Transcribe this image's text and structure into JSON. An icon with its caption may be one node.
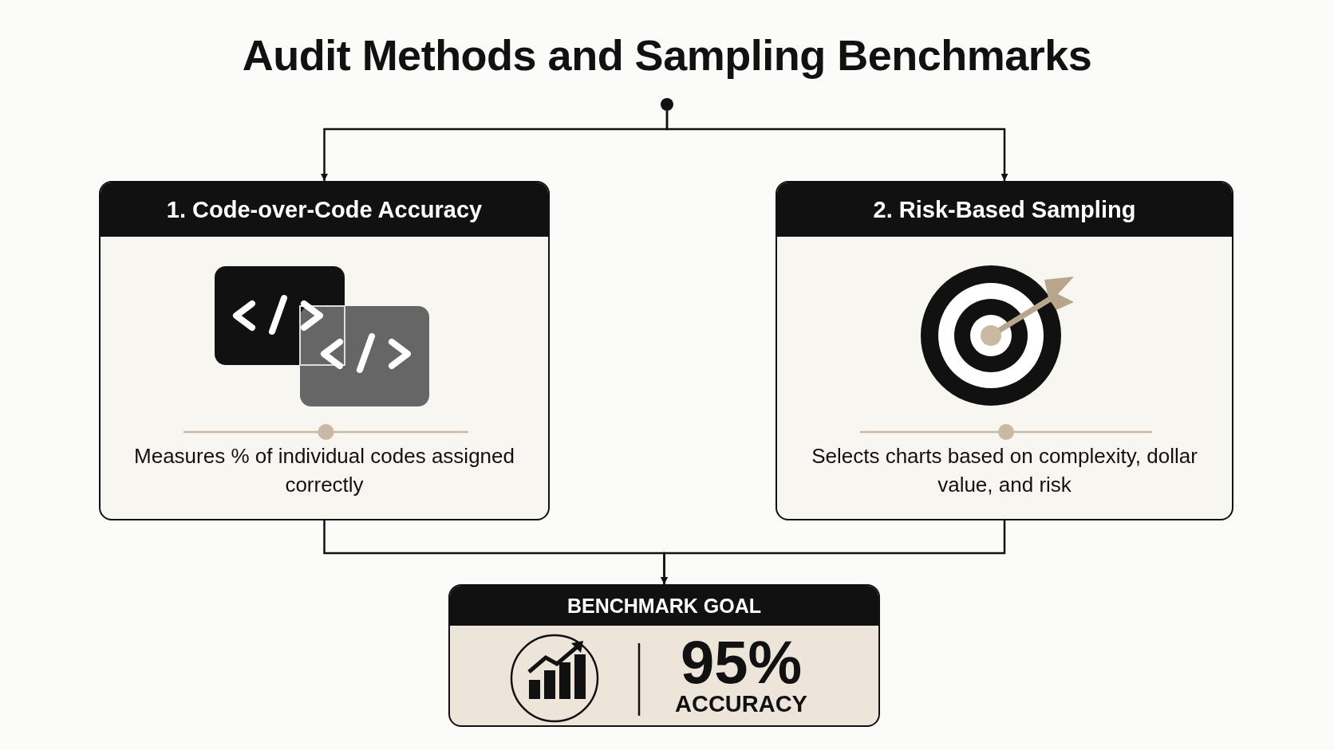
{
  "diagram": {
    "title": "Audit Methods and Sampling Benchmarks",
    "nodes": [
      {
        "text": [],
        "shape": "circle"
      },
      {
        "text": [
          "1. Code-over-Code Accuracy",
          "Measures % of individual codes assigned correctly"
        ]
      },
      {
        "text": [
          "2. Risk-Based Sampling",
          "Selects charts based on complexity, dollar value, and risk"
        ]
      },
      {
        "text": [
          "BENCHMARK GOAL",
          "95%",
          "ACCURACY"
        ]
      }
    ],
    "edges": [
      {
        "from": 0,
        "to": 1,
        "arrow": "to"
      },
      {
        "from": 0,
        "to": 2,
        "arrow": "to"
      },
      {
        "from": 1,
        "to": 3,
        "arrow": "to"
      },
      {
        "from": 2,
        "to": 3,
        "arrow": "to"
      }
    ]
  }
}
